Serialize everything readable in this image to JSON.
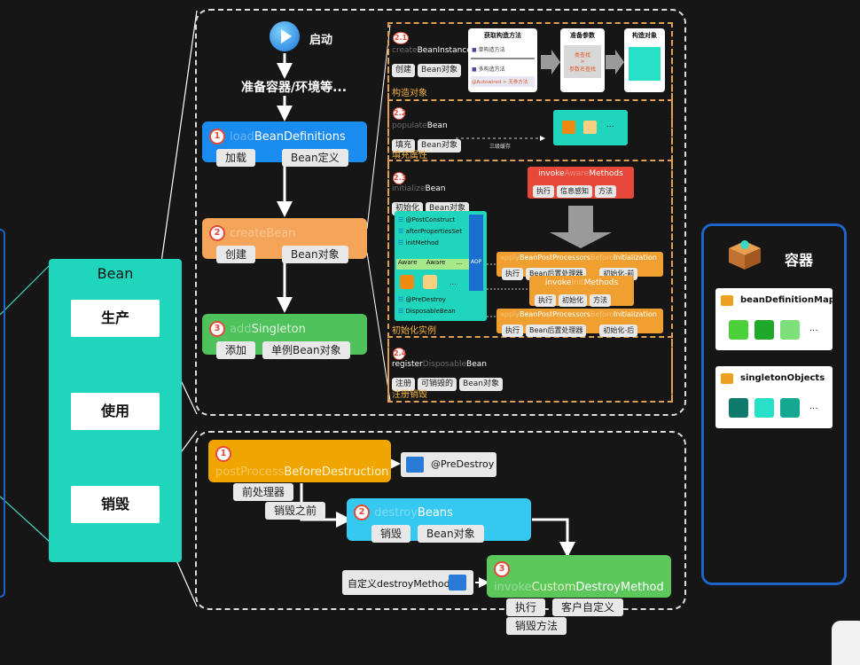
{
  "left_panel": {
    "title": "Bean",
    "stages": [
      "生产",
      "使用",
      "销毁"
    ]
  },
  "production": {
    "start": "启动",
    "prepare": "准备容器/环境等...",
    "steps": [
      {
        "num": "1",
        "prefix": "load",
        "main": "BeanDefinitions",
        "chips": [
          "加载",
          "Bean定义"
        ],
        "color": "#1a8cf0"
      },
      {
        "num": "2",
        "prefix": "create",
        "main": "Bean",
        "chips": [
          "创建",
          "Bean对象"
        ],
        "color": "#f5a55a"
      },
      {
        "num": "3",
        "prefix": "add",
        "main": "Singleton",
        "chips": [
          "添加",
          "单例Bean对象"
        ],
        "color": "#4fc25c"
      }
    ]
  },
  "create_detail": {
    "s21": {
      "num": "2.1",
      "a": "create",
      "b": "BeanInstance",
      "chips": [
        "创建",
        "Bean对象"
      ],
      "label": "构造对象",
      "card1_title": "获取构造方法",
      "card1_items": [
        "单构造方法",
        "多构造方法"
      ],
      "card1_note": "@Autowired > 无参方法",
      "card2_title": "准备参数",
      "card2_text": [
        "类查找",
        ">",
        "参数名查找"
      ],
      "card3_title": "构造对象"
    },
    "s22": {
      "num": "2.2",
      "a": "populate",
      "b": "Bean",
      "chips": [
        "填充",
        "Bean对象"
      ],
      "label": "填充属性",
      "cache": "三级缓存",
      "dots": "..."
    },
    "s23": {
      "num": "2.3",
      "a": "initialize",
      "b": "Bean",
      "chips": [
        "初始化",
        "Bean对象"
      ],
      "label": "初始化实例",
      "aware": {
        "a": "invoke",
        "b": "Aware",
        "c": "Methods",
        "chips": [
          "执行",
          "信息感知",
          "方法"
        ]
      },
      "before": {
        "a": "apply",
        "b": "BeanPostProcessors",
        "c": "Before",
        "d": "Initialization",
        "chips": [
          "执行",
          "Bean后置处理器",
          "初始化-前"
        ]
      },
      "init": {
        "a": "invoke",
        "b": "Init",
        "c": "Methods",
        "chips": [
          "执行",
          "初始化",
          "方法"
        ]
      },
      "after": {
        "a": "apply",
        "b": "BeanPostProcessors",
        "c": "Before",
        "d": "Initialization",
        "chips": [
          "执行",
          "Bean后置处理器",
          "初始化-后"
        ]
      },
      "lifecycle": [
        "@PostConstruct",
        "afterPropertiesSet",
        "initMethod",
        "@PreDestroy",
        "DisposableBean"
      ],
      "aware_chips": [
        "Aware",
        "Aware",
        "..."
      ],
      "aop": "AOP"
    },
    "s24": {
      "num": "2.4",
      "a": "register",
      "b": "Disposable",
      "c": "Bean",
      "chips": [
        "注册",
        "可销毁的",
        "Bean对象"
      ],
      "label": "注册销毁"
    }
  },
  "destruction": {
    "steps": [
      {
        "num": "1",
        "a": "postProcess",
        "b": "BeforeDestruction",
        "chips": [
          "前处理器",
          "销毁之前"
        ],
        "color": "#f0a500"
      },
      {
        "num": "2",
        "a": "destroy",
        "b": "Beans",
        "chips": [
          "销毁",
          "Bean对象"
        ],
        "color": "#35c8f0"
      },
      {
        "num": "3",
        "a": "invoke",
        "b": "Custom",
        "c": "DestroyMethod",
        "chips": [
          "执行",
          "客户自定义",
          "销毁方法"
        ],
        "color": "#5cc85c"
      }
    ],
    "predestroy": "@PreDestroy",
    "custom_method": "自定义destroyMethod"
  },
  "container": {
    "title": "容器",
    "maps": [
      {
        "name": "beanDefinitionMap",
        "colors": [
          "#4bd03a",
          "#1fa82a",
          "#7ee07a"
        ],
        "dots": "..."
      },
      {
        "name": "singletonObjects",
        "colors": [
          "#0d7a6c",
          "#28e0c8",
          "#14a892"
        ],
        "dots": "..."
      }
    ]
  }
}
